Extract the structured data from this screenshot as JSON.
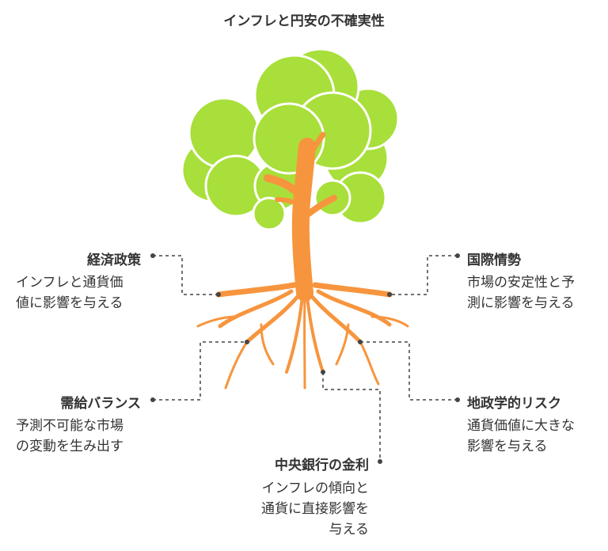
{
  "title": "インフレと円安の不確実性",
  "colors": {
    "foliage": "#a8df3a",
    "trunk": "#f7953e",
    "text": "#333333",
    "connector": "#444444"
  },
  "nodes": [
    {
      "id": "keizai",
      "heading": "経済政策",
      "lines": [
        "インフレと通貨価",
        "値に影響を与える"
      ]
    },
    {
      "id": "jukyu",
      "heading": "需給バランス",
      "lines": [
        "予測不可能な市場",
        "の変動を生み出す"
      ]
    },
    {
      "id": "kinri",
      "heading": "中央銀行の金利",
      "lines": [
        "インフレの傾向と",
        "通貨に直接影響を",
        "与える"
      ]
    },
    {
      "id": "kokusai",
      "heading": "国際情勢",
      "lines": [
        "市場の安定性と予",
        "測に影響を与える"
      ]
    },
    {
      "id": "chisei",
      "heading": "地政学的リスク",
      "lines": [
        "通貨価値に大きな",
        "影響を与える"
      ]
    }
  ]
}
